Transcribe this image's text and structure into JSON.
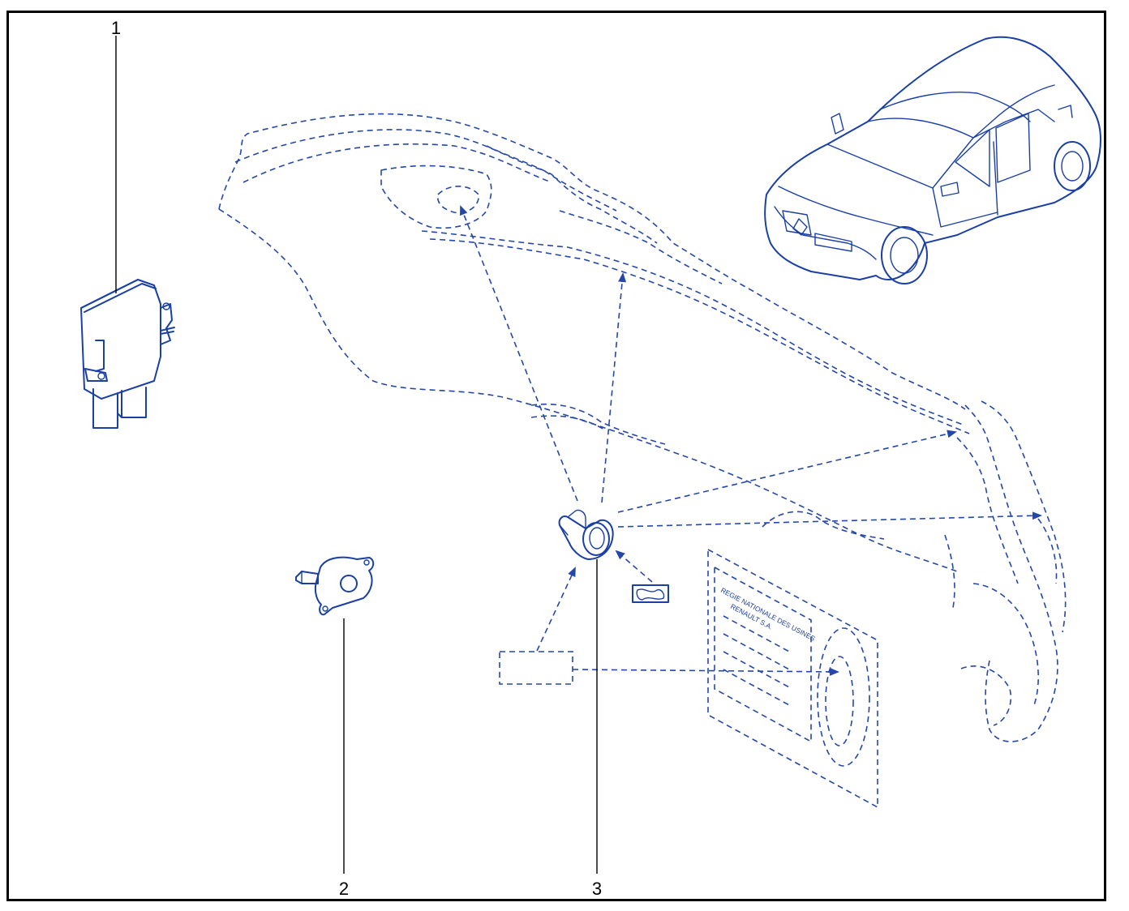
{
  "callouts": [
    {
      "id": "1",
      "label": "1"
    },
    {
      "id": "2",
      "label": "2"
    },
    {
      "id": "3",
      "label": "3"
    }
  ],
  "plate": {
    "line1": "REGIE NATIONALE DES USINES",
    "line2": "RENAULT S.A."
  },
  "colors": {
    "line": "#1a3fa5",
    "dashed": "#2447a8",
    "callout": "#000000",
    "frame": "#000000"
  },
  "icons": {
    "car": "car-hatchback-icon",
    "ecu": "control-unit-icon",
    "buzzer": "buzzer-icon",
    "sensor": "parking-sensor-icon"
  }
}
